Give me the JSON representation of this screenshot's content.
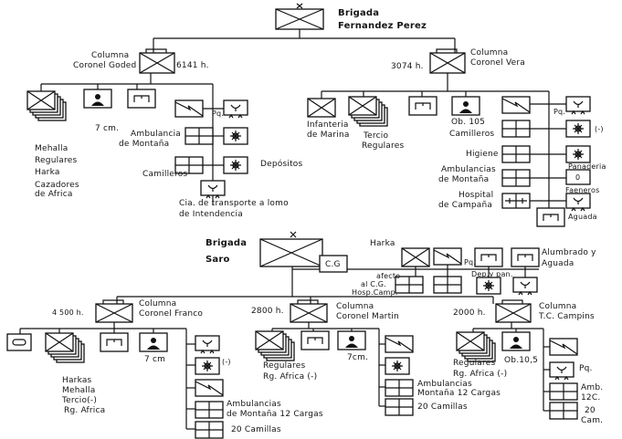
{
  "brigade1": {
    "title_line1": "Brigada",
    "title_line2": "Fernandez Perez",
    "columns": [
      {
        "name_line1": "Columna",
        "name_line2": "Coronel Goded",
        "strength": "6141 h.",
        "units": [
          {
            "label_lines": [
              "Mehalla",
              "Regulares",
              "Harka",
              "Cazadores",
              "de Africa"
            ],
            "symbol": "infantry-stack"
          },
          {
            "label": "7 cm.",
            "symbol": "artillery"
          },
          {
            "label": "",
            "symbol": "engineers"
          },
          {
            "label": "Pq.",
            "symbol": "transmissions"
          },
          {
            "label_lines": [
              "Ambulancia",
              "de Montaña"
            ],
            "symbol": "medical"
          },
          {
            "label": "Camilleros",
            "symbol": "medical"
          },
          {
            "label": "Depósitos",
            "symbol": "supply"
          },
          {
            "label_lines": [
              "Cia. de transporte a lomo",
              "de Intendencia"
            ],
            "symbol": "supply-transport"
          }
        ]
      },
      {
        "name_line1": "Columna",
        "name_line2": "Coronel Vera",
        "strength": "3074 h.",
        "units": [
          {
            "label_lines": [
              "Infanteria",
              "de Marina"
            ],
            "symbol": "infantry"
          },
          {
            "label_lines": [
              "Tercio",
              "Regulares"
            ],
            "symbol": "infantry-stack"
          },
          {
            "label": "",
            "symbol": "engineers"
          },
          {
            "label": "Ob. 105",
            "symbol": "artillery"
          },
          {
            "label": "Camilleros",
            "symbol": "medical"
          },
          {
            "label": "Pq.",
            "symbol": "supply-transport"
          },
          {
            "label": "(-)",
            "symbol": "supply"
          },
          {
            "label": "Higiene",
            "symbol": "medical"
          },
          {
            "label": "Panaderia",
            "symbol": "supply"
          },
          {
            "label_lines": [
              "Ambulancias",
              "de Montaña"
            ],
            "symbol": "medical"
          },
          {
            "label": "Faeneros",
            "symbol": "butchers",
            "inner": "0"
          },
          {
            "label_lines": [
              "Hospital",
              "de Campaña"
            ],
            "symbol": "hospital"
          },
          {
            "label": "Aguada",
            "symbol": "engineers"
          }
        ]
      }
    ]
  },
  "brigade2": {
    "title_line1": "Brigada",
    "title_line2": "Saro",
    "hq": {
      "label": "C.G",
      "attached_lines": [
        "afecto",
        "al C.G.",
        "Hosp.Camp."
      ]
    },
    "hq_units": [
      {
        "label": "Harka",
        "symbol": "infantry"
      },
      {
        "label": "Pq.",
        "symbol": "transmissions"
      },
      {
        "label": "Dep.y pan.",
        "symbol": "engineers"
      },
      {
        "label_lines": [
          "Alumbrado y",
          "Aguada"
        ],
        "symbol": "engineers"
      }
    ],
    "columns": [
      {
        "name_line1": "Columna",
        "name_line2": "Coronel Franco",
        "strength": "4 500 h.",
        "units": [
          {
            "label": "",
            "symbol": "armored"
          },
          {
            "label_lines": [
              "Harkas",
              "Mehalla",
              "Tercio(-)",
              "Rg. Africa"
            ],
            "symbol": "infantry-stack"
          },
          {
            "label": "",
            "symbol": "engineers"
          },
          {
            "label": "7 cm",
            "symbol": "artillery"
          },
          {
            "label": "",
            "symbol": "supply-transport"
          },
          {
            "label": "(-)",
            "symbol": "supply"
          },
          {
            "label": "",
            "symbol": "transmissions"
          },
          {
            "label_lines": [
              "Ambulancias",
              "de Montaña 12 Cargas"
            ],
            "symbol": "medical"
          },
          {
            "label": "20 Camillas",
            "symbol": "medical"
          }
        ]
      },
      {
        "name_line1": "Columna",
        "name_line2": "Coronel Martin",
        "strength": "2800 h.",
        "units": [
          {
            "label_lines": [
              "Regulares",
              "Rg. Africa (-)"
            ],
            "symbol": "infantry-stack"
          },
          {
            "label": "",
            "symbol": "engineers"
          },
          {
            "label": "7cm.",
            "symbol": "artillery"
          },
          {
            "label": "",
            "symbol": "transmissions"
          },
          {
            "label": "",
            "symbol": "supply"
          },
          {
            "label_lines": [
              "Ambulancias",
              "Montaña 12 Cargas"
            ],
            "symbol": "medical"
          },
          {
            "label": "20 Camillas",
            "symbol": "medical"
          }
        ]
      },
      {
        "name_line1": "Columna",
        "name_line2": "T.C. Campins",
        "strength": "2000 h.",
        "units": [
          {
            "label_lines": [
              "Regulares",
              "Rg. Africa (-)"
            ],
            "symbol": "infantry-stack"
          },
          {
            "label": "Ob.10,5",
            "symbol": "artillery"
          },
          {
            "label": "",
            "symbol": "transmissions"
          },
          {
            "label": "Pq.",
            "symbol": "supply-transport"
          },
          {
            "label_lines": [
              "Amb.",
              "12C."
            ],
            "symbol": "medical"
          },
          {
            "label_lines": [
              "20",
              "Cam."
            ],
            "symbol": "medical"
          }
        ]
      }
    ]
  }
}
